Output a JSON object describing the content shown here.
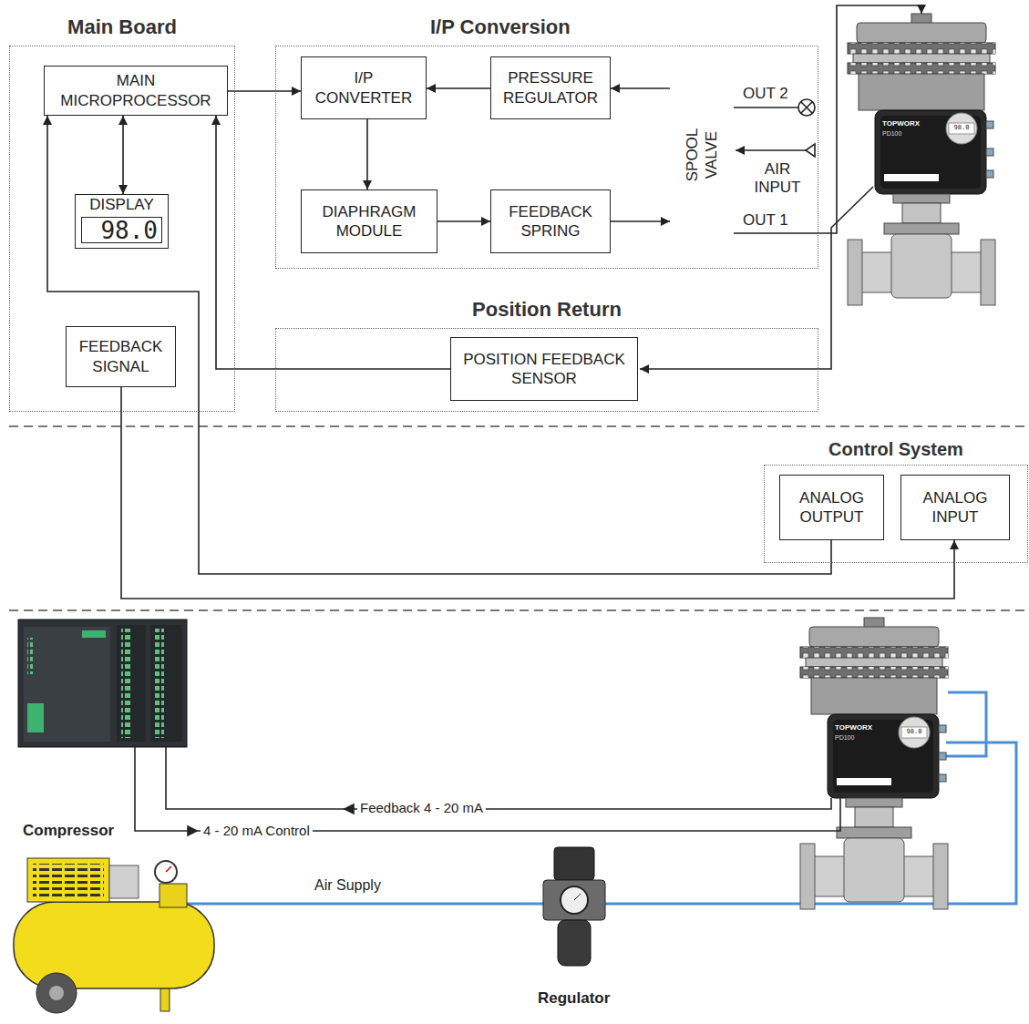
{
  "diagram": {
    "nodes": [
      {
        "text": [
          "Main Board"
        ]
      },
      {
        "text": [
          "MAIN MICROPROCESSOR"
        ],
        "in": 0
      },
      {
        "text": [
          "DISPLAY",
          "98.0"
        ],
        "in": 0
      },
      {
        "text": [
          "FEEDBACK SIGNAL"
        ],
        "in": 0
      },
      {
        "text": [
          "I/P Conversion"
        ]
      },
      {
        "text": [
          "I/P CONVERTER"
        ],
        "in": 4
      },
      {
        "text": [
          "PRESSURE REGULATOR"
        ],
        "in": 4
      },
      {
        "text": [
          "DIAPHRAGM MODULE"
        ],
        "in": 4
      },
      {
        "text": [
          "FEEDBACK SPRING"
        ],
        "in": 4
      },
      {
        "text": [
          "SPOOL VALVE"
        ],
        "in": 4
      },
      {
        "text": [
          "Position Return"
        ]
      },
      {
        "text": [
          "POSITION FEEDBACK SENSOR"
        ],
        "in": 10
      },
      {
        "text": [
          "Control System"
        ]
      },
      {
        "text": [
          "ANALOG OUTPUT"
        ],
        "in": 12
      },
      {
        "text": [
          "ANALOG INPUT"
        ],
        "in": 12
      }
    ],
    "edges": [
      {
        "from": 1,
        "to": 5,
        "arrow": "to"
      },
      {
        "from": 1,
        "to": 2,
        "arrow": "both"
      },
      {
        "from": 6,
        "to": 5,
        "arrow": "to"
      },
      {
        "from": 9,
        "to": 6,
        "arrow": "to"
      },
      {
        "from": 5,
        "to": 7,
        "arrow": "to"
      },
      {
        "from": 7,
        "to": 8,
        "arrow": "to"
      },
      {
        "from": 8,
        "to": 9,
        "arrow": "to"
      },
      {
        "from": 11,
        "to": 1,
        "arrow": "to"
      },
      {
        "from": 13,
        "to": 1,
        "arrow": "to"
      },
      {
        "from": 3,
        "to": 14,
        "arrow": "to"
      }
    ],
    "labels": [
      "OUT 2",
      "AIR INPUT",
      "OUT 1",
      "TOPWORX",
      "PD100",
      "98.0",
      "Feedback 4 - 20 mA",
      "4 - 20 mA Control",
      "Compressor",
      "Air Supply",
      "Regulator",
      "TOPWORX",
      "PD100",
      "98.0"
    ]
  }
}
